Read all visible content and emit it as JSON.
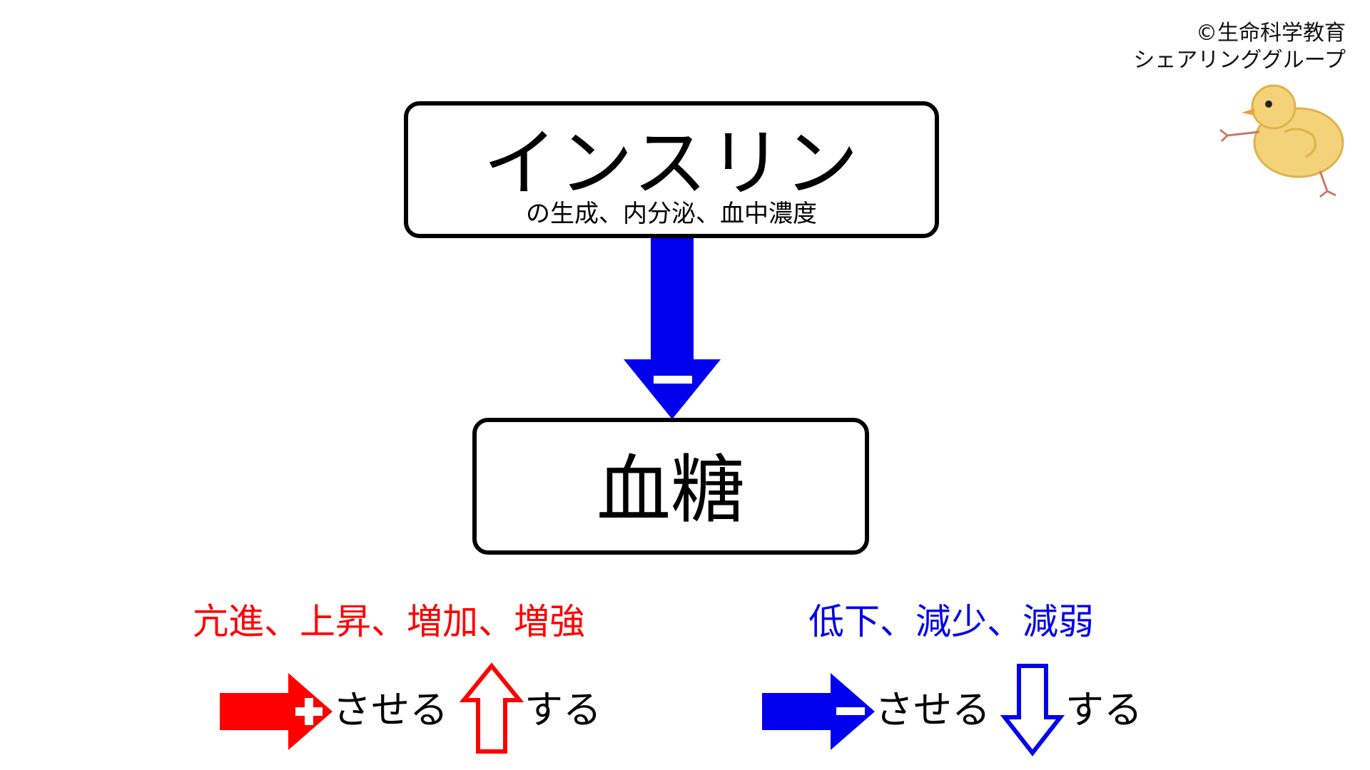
{
  "credit": {
    "line1": "©生命科学教育",
    "line2": "シェアリンググループ"
  },
  "nodes": {
    "insulin": {
      "title": "インスリン",
      "subtitle": "の生成、内分泌、血中濃度"
    },
    "blood_sugar": {
      "title": "血糖"
    }
  },
  "relation": {
    "sign": "−",
    "color": "#0000ee"
  },
  "legend": {
    "increase": {
      "words": "亢進、上昇、増加、増強",
      "color": "#ff0000",
      "arrow_sign": "+",
      "cause_suffix": "させる",
      "direction_suffix": "する"
    },
    "decrease": {
      "words": "低下、減少、減弱",
      "color": "#0000ee",
      "arrow_sign": "−",
      "cause_suffix": "させる",
      "direction_suffix": "する"
    }
  },
  "icons": [
    "chick-drawing-icon",
    "up-outline-arrow-icon",
    "down-outline-arrow-icon",
    "plus-right-arrow-icon",
    "minus-right-arrow-icon",
    "minus-down-arrow-icon"
  ]
}
